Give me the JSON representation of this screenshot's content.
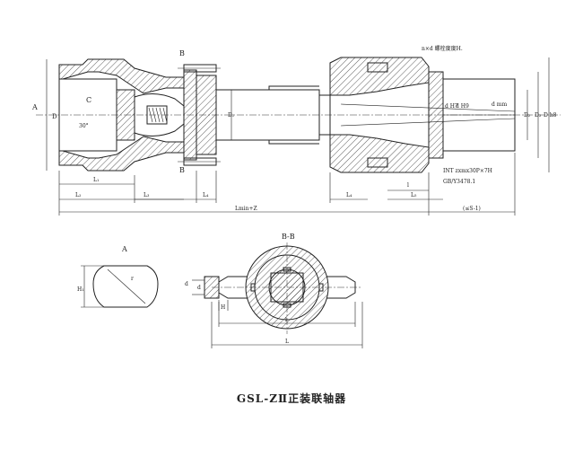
{
  "caption": "GSL-ZⅡ正装联轴器",
  "labels": {
    "A": "A",
    "D": "D",
    "C": "C",
    "angle": "30°",
    "L1": "L₁",
    "L2": "L₂",
    "L3": "L₃",
    "L4": "L₄",
    "Lmin": "Lmin+Z",
    "B_top": "B",
    "B_bot": "B",
    "D1": "D₁",
    "nxd": "n×d 螺栓度度H.",
    "dH7": "d H7",
    "dh9": "d H9",
    "dmm": "d mm",
    "D2": "D₂",
    "D3": "D₃",
    "Dh8": "D h8",
    "INT": "INT zxmx30P×7H",
    "GB": "GB/Y3478.1",
    "l": "l",
    "L5": "L₄",
    "L6": "L₅",
    "le": "(≤S-1)",
    "viewA": "A",
    "H1": "H₁",
    "r": "r",
    "bb": "B-B",
    "l2": "d",
    "dd": "d",
    "H": "H",
    "bl": "l",
    "bl1": "L"
  }
}
